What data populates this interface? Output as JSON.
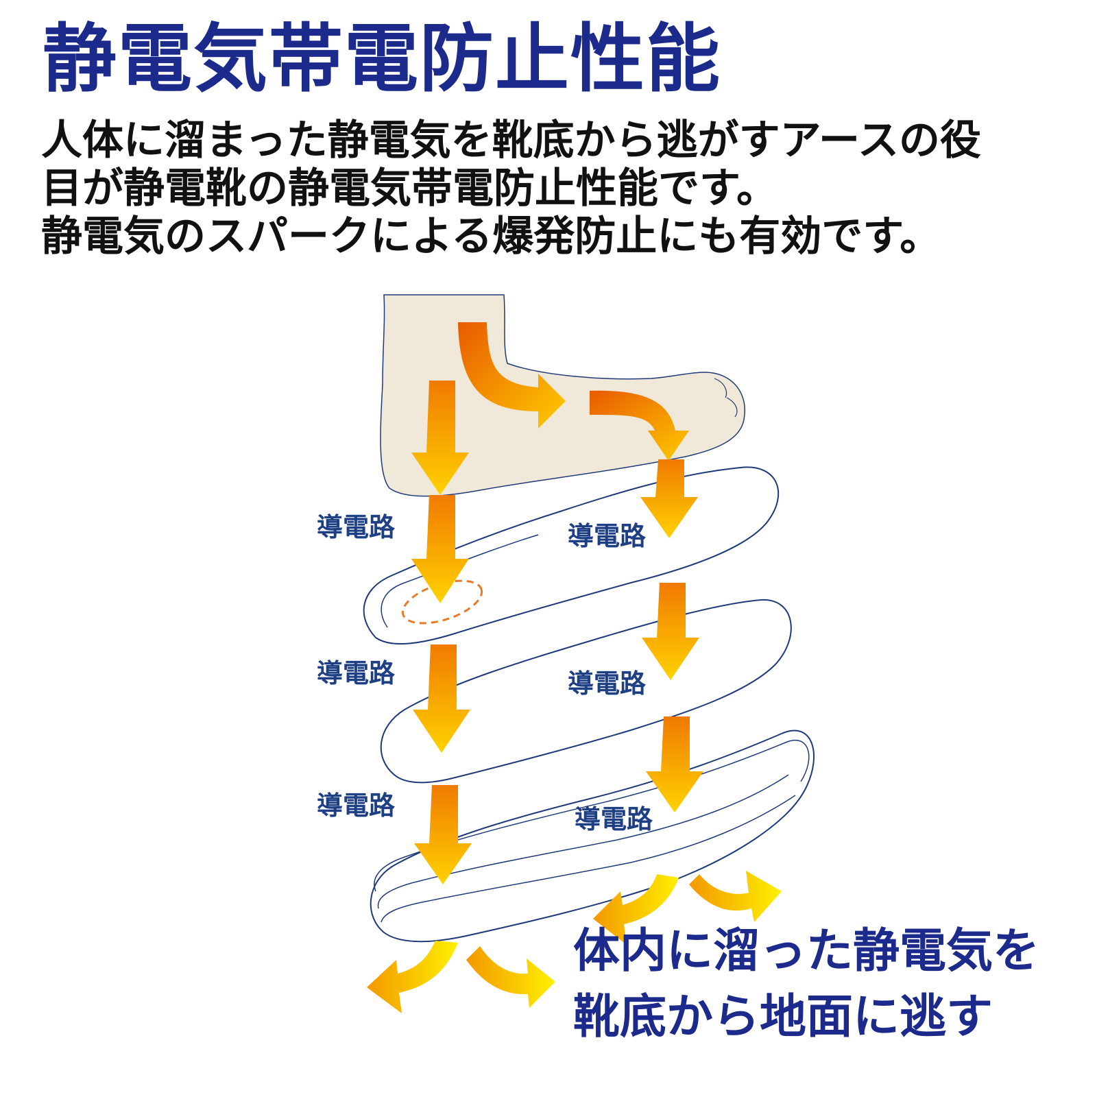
{
  "title": "静電気帯電防止性能",
  "description": {
    "lines": [
      "人体に溜まった静電気を靴底から逃がすアースの役",
      "目が静電靴の静電気帯電防止性能です。",
      "静電気のスパークによる爆発防止にも有効です。"
    ]
  },
  "diagram": {
    "path_labels": [
      "導電路",
      "導電路",
      "導電路",
      "導電路",
      "導電路",
      "導電路"
    ],
    "layers": [
      "foot",
      "insole",
      "midsole",
      "outsole"
    ]
  },
  "caption": {
    "line1": "体内に溜った静電気を",
    "line2": "靴底から地面に逃す"
  },
  "colors": {
    "title": "#1c2a8c",
    "label": "#1f3f85",
    "outline": "#1f3a7a",
    "skin": "#f0e8d8",
    "arrow_start": "#f07a00",
    "arrow_end": "#ffe600",
    "dashed_circle": "#e87a2a"
  }
}
